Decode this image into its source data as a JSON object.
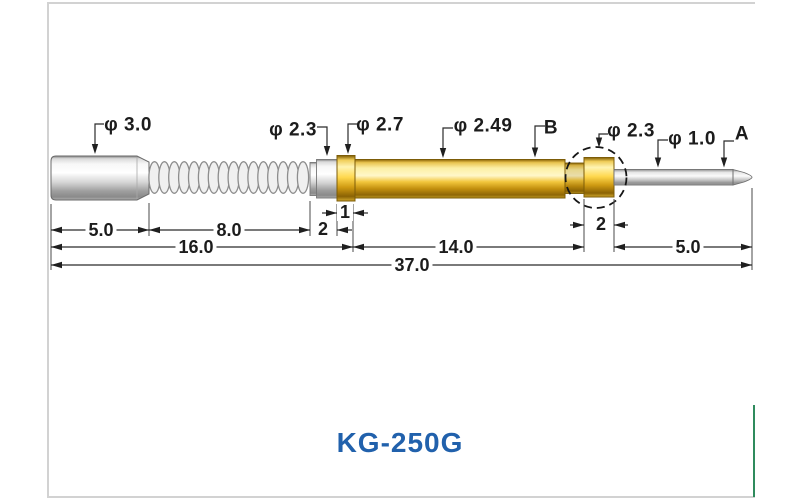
{
  "frame": {
    "border_color": "#d2d2d2",
    "accent_border_color": "#2f8b5d"
  },
  "title": {
    "part_number": "KG-250G"
  },
  "callouts": {
    "barrel_diameter": "φ 3.0",
    "rear_collar_diameter": "φ 2.3",
    "flange_diameter": "φ 2.7",
    "body_diameter": "φ 2.49",
    "point_b": "B",
    "tip_collar_diameter": "φ 2.3",
    "needle_diameter": "φ 1.0",
    "point_a": "A"
  },
  "dimensions": {
    "barrel_length": "5.0",
    "spring_length": "8.0",
    "rear_collar_length": "2",
    "flange_length": "1",
    "rear_assembly_length": "16.0",
    "body_length": "14.0",
    "tip_collar_length": "2",
    "needle_length": "5.0",
    "overall_length": "37.0"
  },
  "colors": {
    "line_dark": "#2b2b2b",
    "gold": "#e8bf3c",
    "silver": "#d9d9d9",
    "frame_gray": "#d2d2d2",
    "accent_green": "#2f8b5d",
    "title_blue": "#2161ac"
  }
}
